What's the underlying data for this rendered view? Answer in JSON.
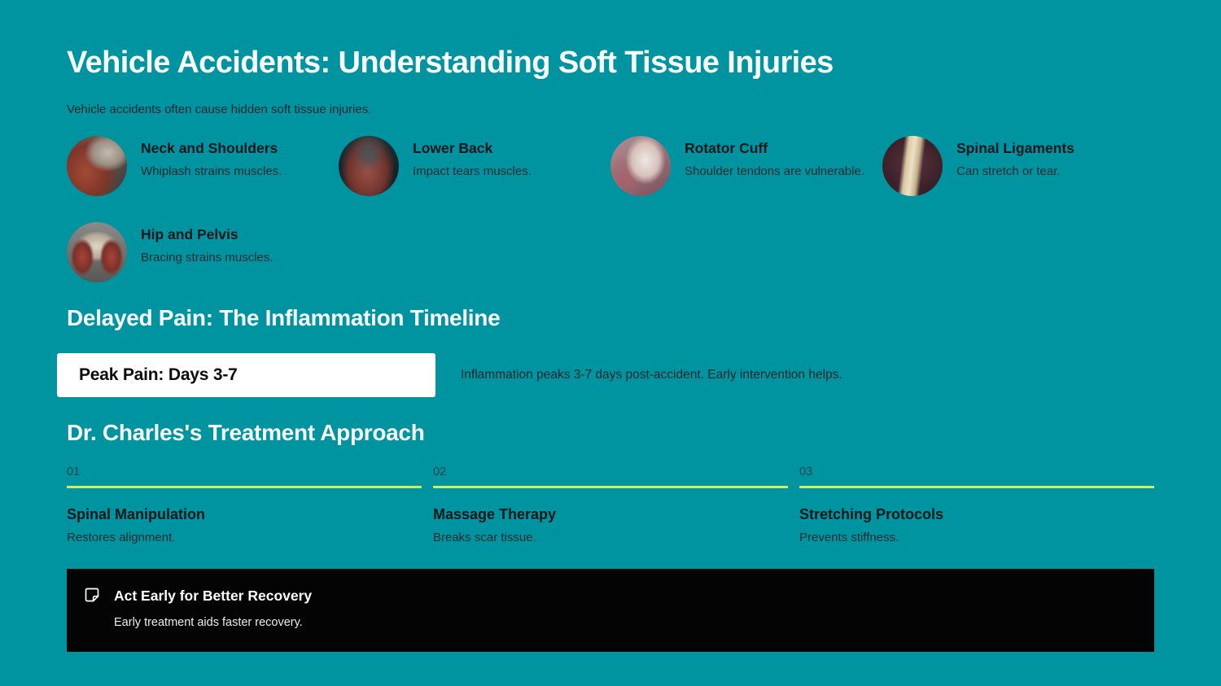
{
  "page": {
    "title": "Vehicle Accidents: Understanding Soft Tissue Injuries",
    "intro": "Vehicle accidents often cause hidden soft tissue injuries."
  },
  "injuries": [
    {
      "title": "Neck and Shoulders",
      "description": "Whiplash strains muscles.",
      "image": "neck-shoulders-anatomy"
    },
    {
      "title": "Lower Back",
      "description": "Impact tears muscles.",
      "image": "lower-back-anatomy"
    },
    {
      "title": "Rotator Cuff",
      "description": "Shoulder tendons are vulnerable.",
      "image": "rotator-cuff-anatomy"
    },
    {
      "title": "Spinal Ligaments",
      "description": "Can stretch or tear.",
      "image": "spinal-ligaments-anatomy"
    },
    {
      "title": "Hip and Pelvis",
      "description": "Bracing strains muscles.",
      "image": "hip-pelvis-anatomy"
    }
  ],
  "timeline_section": {
    "heading": "Delayed Pain: The Inflammation Timeline",
    "highlight_label": "Peak Pain: Days 3-7",
    "note": "Inflammation peaks 3-7 days post-accident. Early intervention helps."
  },
  "treatment_section": {
    "heading": "Dr. Charles's Treatment Approach",
    "steps": [
      {
        "number": "01",
        "title": "Spinal Manipulation",
        "description": "Restores alignment."
      },
      {
        "number": "02",
        "title": "Massage Therapy",
        "description": "Breaks scar tissue."
      },
      {
        "number": "03",
        "title": "Stretching Protocols",
        "description": "Prevents stiffness."
      }
    ]
  },
  "callout": {
    "icon": "note-icon",
    "title": "Act Early for Better Recovery",
    "description": "Early treatment aids faster recovery."
  },
  "colors": {
    "background": "#0093a0",
    "heading_text": "#fafdfd",
    "dark_text": "#0a2a2e",
    "accent_line": "#d9ed5c",
    "highlight_background": "#ffffff",
    "callout_background": "#040404"
  }
}
